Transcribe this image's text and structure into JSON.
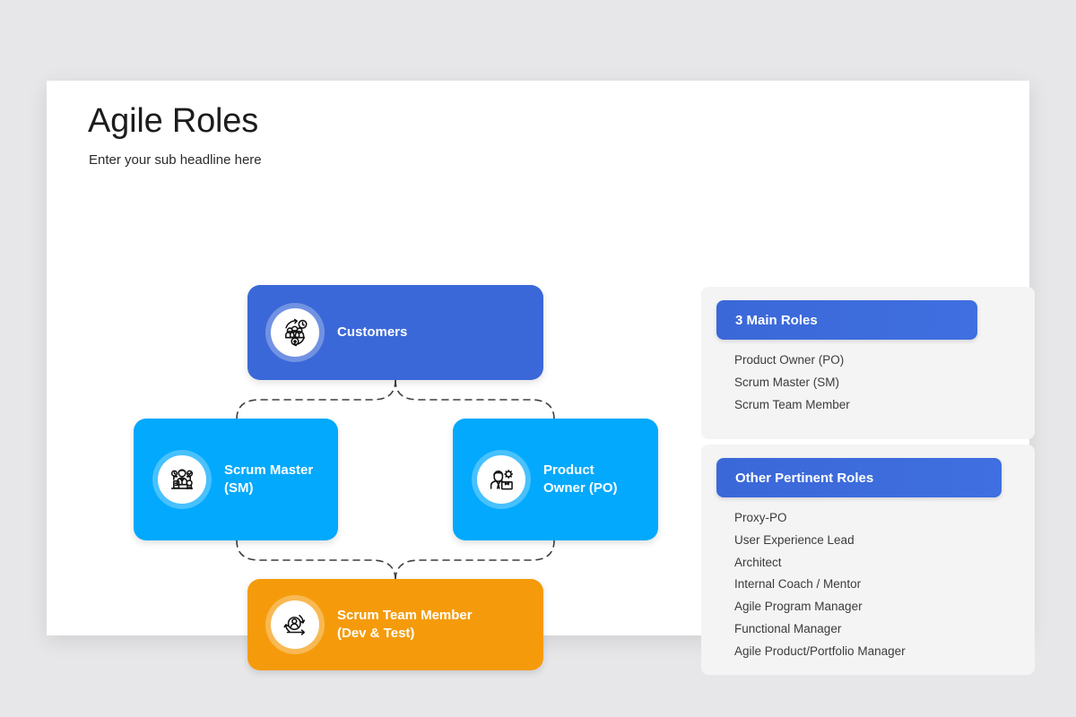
{
  "slide": {
    "title": "Agile Roles",
    "subtitle": "Enter your sub headline here",
    "background": "#e7e7e9",
    "surface": "#ffffff"
  },
  "diagram": {
    "type": "hierarchy",
    "nodes": [
      {
        "id": "customers",
        "label": "Customers",
        "icon": "customers-group-icon",
        "color": "#3b68d8",
        "level": 0
      },
      {
        "id": "scrum-master",
        "label": "Scrum Master\n(SM)",
        "icon": "scrum-master-icon",
        "color": "#02a9fc",
        "level": 1
      },
      {
        "id": "product-owner",
        "label": "Product\nOwner (PO)",
        "icon": "product-owner-icon",
        "color": "#02a9fc",
        "level": 1
      },
      {
        "id": "team-member",
        "label": "Scrum Team Member\n(Dev & Test)",
        "icon": "sprint-cycle-icon",
        "color": "#f59b0b",
        "level": 2
      }
    ],
    "connector_style": "dashed-brace",
    "connector_color": "#3f3f3f"
  },
  "panels": [
    {
      "id": "main-roles",
      "header": "3 Main Roles",
      "header_color": "#3b68d8",
      "items": [
        "Product Owner (PO)",
        "Scrum Master (SM)",
        "Scrum Team Member"
      ]
    },
    {
      "id": "other-roles",
      "header": "Other Pertinent Roles",
      "header_color": "#3b68d8",
      "items": [
        "Proxy-PO",
        "User Experience Lead",
        "Architect",
        "Internal Coach / Mentor",
        "Agile Program Manager",
        "Functional Manager",
        "Agile Product/Portfolio Manager"
      ]
    }
  ]
}
